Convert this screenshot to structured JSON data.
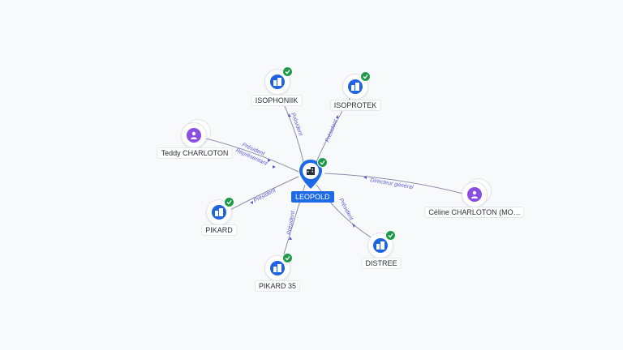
{
  "center": {
    "label": "LEOPOLD"
  },
  "nodes": {
    "isophoniik": "ISOPHONIIK",
    "isoprotek": "ISOPROTEK",
    "teddy": "Teddy CHARLOTON",
    "pikard": "PIKARD",
    "pikard35": "PIKARD 35",
    "distree": "DISTREE",
    "celine": "Céline CHARLOTON (MO…"
  },
  "edges": {
    "isophoniik": "Président",
    "isoprotek": "Président",
    "teddy_1": "Président",
    "teddy_2": "Représentant",
    "pikard": "Président",
    "pikard35": "Président",
    "distree": "Président",
    "celine": "Directeur général"
  },
  "colors": {
    "company": "#1e63e0",
    "person": "#8a4fe0",
    "check": "#1f9a4a",
    "center": "#1e6ae6",
    "edge_label": "#5b5fd6"
  },
  "icons": {
    "company": "building-icon",
    "person": "person-icon",
    "verified": "check-icon"
  }
}
